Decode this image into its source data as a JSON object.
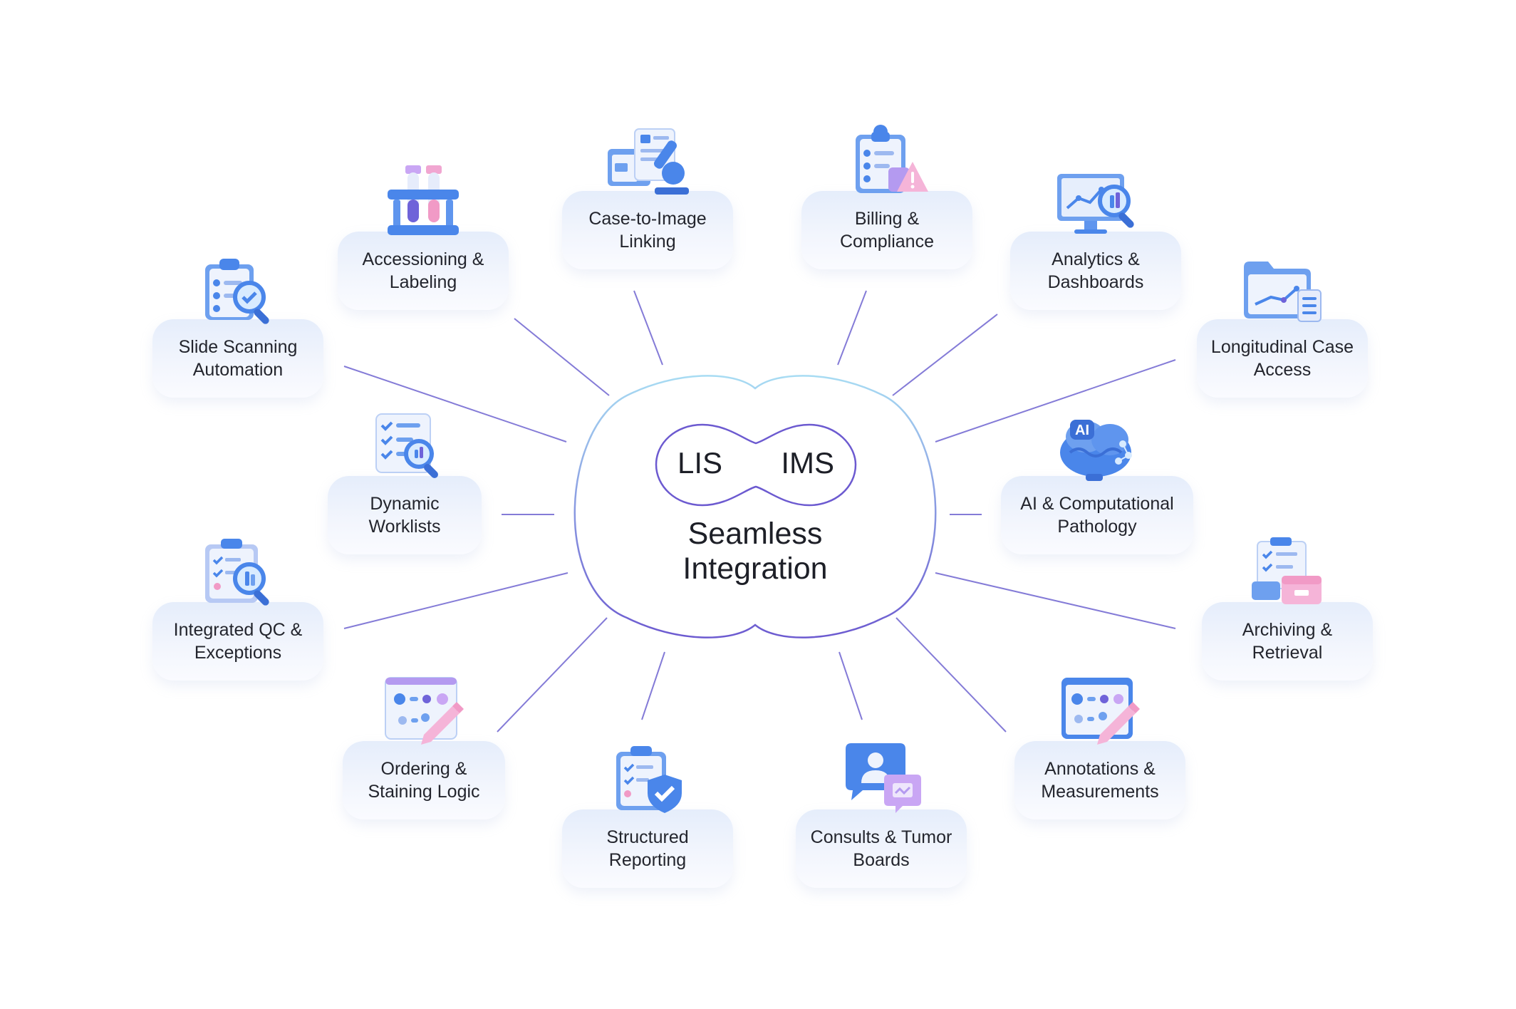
{
  "hub": {
    "title": "Seamless\nIntegration",
    "left_system": "LIS",
    "right_system": "IMS"
  },
  "colors": {
    "line_start": "#9ad6f0",
    "line_end": "#5b4fc9",
    "outline": "#7a6cd6",
    "accent_blue": "#4a86ea",
    "accent_purple": "#b49af0",
    "accent_pink": "#f19ac6"
  },
  "nodes": [
    {
      "label": "Slide Scanning\nAutomation",
      "icon": "clipboard-magnifier-icon"
    },
    {
      "label": "Accessioning &\nLabeling",
      "icon": "test-tubes-icon"
    },
    {
      "label": "Case-to-Image\nLinking",
      "icon": "microscope-document-icon"
    },
    {
      "label": "Billing &\nCompliance",
      "icon": "clipboard-warning-icon"
    },
    {
      "label": "Analytics &\nDashboards",
      "icon": "monitor-chart-icon"
    },
    {
      "label": "Longitudinal Case\nAccess",
      "icon": "folder-chart-icon"
    },
    {
      "label": "Dynamic\nWorklists",
      "icon": "checklist-magnifier-icon"
    },
    {
      "label": "AI & Computational\nPathology",
      "icon": "ai-brain-icon"
    },
    {
      "label": "Integrated QC &\nExceptions",
      "icon": "qc-clipboard-icon"
    },
    {
      "label": "Archiving &\nRetrieval",
      "icon": "archive-box-icon"
    },
    {
      "label": "Ordering &\nStaining Logic",
      "icon": "workflow-pencil-icon"
    },
    {
      "label": "Structured\nReporting",
      "icon": "report-shield-icon"
    },
    {
      "label": "Consults & Tumor\nBoards",
      "icon": "chat-person-icon"
    },
    {
      "label": "Annotations &\nMeasurements",
      "icon": "annotation-pencil-icon"
    }
  ]
}
